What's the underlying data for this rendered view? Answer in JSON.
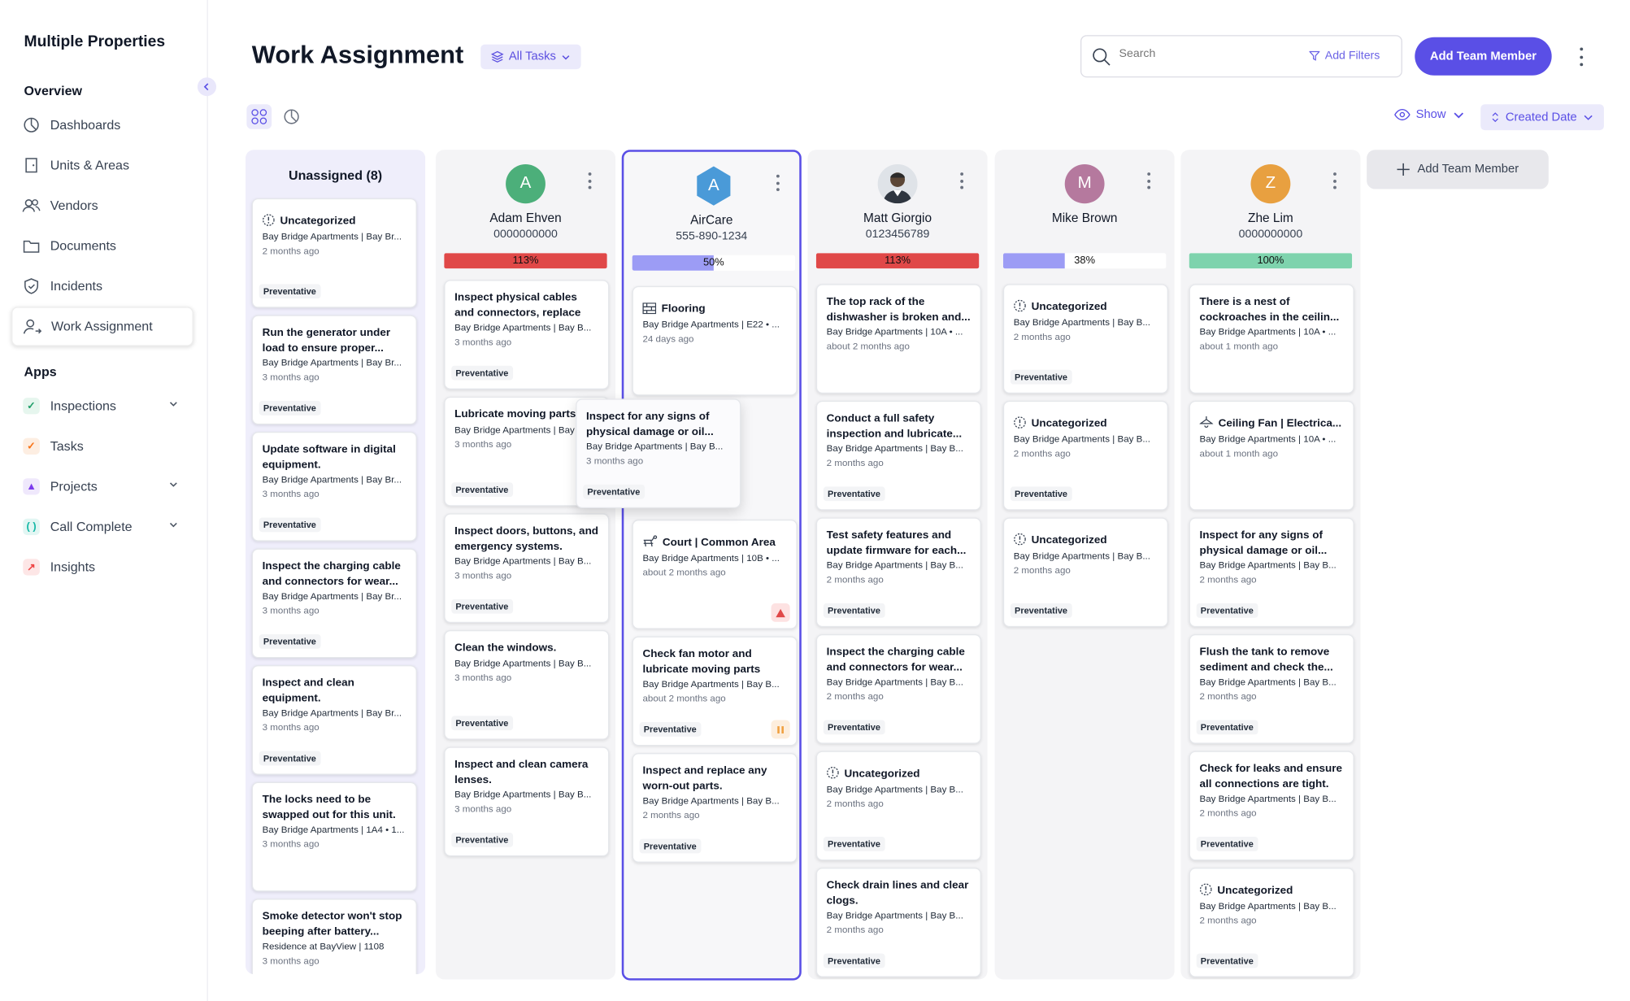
{
  "sidebar": {
    "brand": "Multiple Properties",
    "overview_label": "Overview",
    "apps_label": "Apps",
    "overview": [
      {
        "label": "Dashboards",
        "icon": "pie-chart-icon"
      },
      {
        "label": "Units & Areas",
        "icon": "door-icon"
      },
      {
        "label": "Vendors",
        "icon": "people-icon"
      },
      {
        "label": "Documents",
        "icon": "folder-icon"
      },
      {
        "label": "Incidents",
        "icon": "shield-icon"
      },
      {
        "label": "Work Assignment",
        "icon": "user-assign-icon",
        "active": true
      }
    ],
    "apps": [
      {
        "label": "Inspections",
        "icon": "inspections-app-icon",
        "color": "#22a06b",
        "expandable": true
      },
      {
        "label": "Tasks",
        "icon": "tasks-app-icon",
        "color": "#f97316"
      },
      {
        "label": "Projects",
        "icon": "projects-app-icon",
        "color": "#7c3aed",
        "expandable": true
      },
      {
        "label": "Call Complete",
        "icon": "call-complete-app-icon",
        "color": "#14b8a6",
        "expandable": true
      },
      {
        "label": "Insights",
        "icon": "insights-app-icon",
        "color": "#ef4444"
      }
    ]
  },
  "header": {
    "title": "Work Assignment",
    "filter_label": "All Tasks",
    "search_placeholder": "Search",
    "add_filters": "Add Filters",
    "add_member": "Add Team Member",
    "show_label": "Show",
    "sort_label": "Created Date"
  },
  "colors": {
    "accent": "#5a4fe6",
    "danger": "#e04848",
    "progress_mid": "#9c9cf5",
    "progress_full": "#7ed3ad"
  },
  "unassigned": {
    "title": "Unassigned (8)",
    "cards": [
      {
        "title": "Uncategorized",
        "icon": "uncategorized-icon",
        "location": "Bay Bridge Apartments | Bay Br...",
        "date": "2 months ago",
        "tag": "Preventative"
      },
      {
        "title": "Run the generator under load to ensure proper...",
        "location": "Bay Bridge Apartments | Bay Br...",
        "date": "3 months ago",
        "tag": "Preventative"
      },
      {
        "title": "Update software in digital equipment.",
        "location": "Bay Bridge Apartments | Bay Br...",
        "date": "3 months ago",
        "tag": "Preventative"
      },
      {
        "title": "Inspect the charging cable and connectors for wear...",
        "location": "Bay Bridge Apartments | Bay Br...",
        "date": "3 months ago",
        "tag": "Preventative"
      },
      {
        "title": "Inspect and clean equipment.",
        "location": "Bay Bridge Apartments | Bay Br...",
        "date": "3 months ago",
        "tag": "Preventative"
      },
      {
        "title": "The locks need to be swapped out for this unit.",
        "location": "Bay Bridge Apartments | 1A4 • 1...",
        "date": "3 months ago",
        "tag": ""
      },
      {
        "title": "Smoke detector won't stop beeping after battery...",
        "location": "Residence at BayView | 1108",
        "date": "3 months ago",
        "tag": ""
      }
    ]
  },
  "members": [
    {
      "name": "Adam Ehven",
      "phone": "0000000000",
      "initial": "A",
      "avatar_color": "#4caf7a",
      "avatar_shape": "circle",
      "progress_label": "113%",
      "progress": 1.0,
      "progress_color": "#e04848",
      "cards": [
        {
          "title": "Inspect physical cables and connectors, replace any...",
          "location": "Bay Bridge Apartments | Bay B...",
          "date": "3 months ago",
          "tag": "Preventative"
        },
        {
          "title": "Lubricate moving parts.",
          "location": "Bay Bridge Apartments | Bay B...",
          "date": "3 months ago",
          "tag": "Preventative"
        },
        {
          "title": "Inspect doors, buttons, and emergency systems.",
          "location": "Bay Bridge Apartments | Bay B...",
          "date": "3 months ago",
          "tag": "Preventative"
        },
        {
          "title": "Clean the windows.",
          "location": "Bay Bridge Apartments | Bay B...",
          "date": "3 months ago",
          "tag": "Preventative"
        },
        {
          "title": "Inspect and clean camera lenses.",
          "location": "Bay Bridge Apartments | Bay B...",
          "date": "3 months ago",
          "tag": "Preventative"
        }
      ]
    },
    {
      "name": "AirCare",
      "phone": "555-890-1234",
      "initial": "A",
      "avatar_color": "#4a9ad8",
      "avatar_shape": "hex",
      "progress_label": "50%",
      "progress": 0.5,
      "progress_color": "#9c9cf5",
      "cards": [
        {
          "title": "Flooring",
          "icon": "flooring-icon",
          "location": "Bay Bridge Apartments | E22 • ...",
          "date": "24 days ago",
          "tag": ""
        },
        {
          "title": "Court | Common Area",
          "icon": "court-icon",
          "location": "Bay Bridge Apartments | 10B • ...",
          "date": "about 2 months ago",
          "tag": "",
          "flag": "alert-flag-icon"
        },
        {
          "title": "Check fan motor and lubricate moving parts",
          "location": "Bay Bridge Apartments | Bay B...",
          "date": "about 2 months ago",
          "tag": "Preventative",
          "flag": "pause-flag-icon"
        },
        {
          "title": "Inspect and replace any worn-out parts.",
          "location": "Bay Bridge Apartments | Bay B...",
          "date": "2 months ago",
          "tag": "Preventative"
        }
      ]
    },
    {
      "name": "Matt Giorgio",
      "phone": "0123456789",
      "initial": "",
      "avatar_color": "#d9d9dd",
      "avatar_shape": "photo",
      "progress_label": "113%",
      "progress": 1.0,
      "progress_color": "#e04848",
      "cards": [
        {
          "title": "The top rack of the dishwasher is broken and...",
          "location": "Bay Bridge Apartments | 10A • ...",
          "date": "about 2 months ago",
          "tag": ""
        },
        {
          "title": "Conduct a full safety inspection and lubricate...",
          "location": "Bay Bridge Apartments | Bay B...",
          "date": "2 months ago",
          "tag": "Preventative"
        },
        {
          "title": "Test safety features and update firmware for each...",
          "location": "Bay Bridge Apartments | Bay B...",
          "date": "2 months ago",
          "tag": "Preventative"
        },
        {
          "title": "Inspect the charging cable and connectors for wear...",
          "location": "Bay Bridge Apartments | Bay B...",
          "date": "2 months ago",
          "tag": "Preventative"
        },
        {
          "title": "Uncategorized",
          "icon": "uncategorized-icon",
          "location": "Bay Bridge Apartments | Bay B...",
          "date": "2 months ago",
          "tag": "Preventative"
        },
        {
          "title": "Check drain lines and clear clogs.",
          "location": "Bay Bridge Apartments | Bay B...",
          "date": "2 months ago",
          "tag": "Preventative"
        }
      ]
    },
    {
      "name": "Mike Brown",
      "phone": "",
      "initial": "M",
      "avatar_color": "#b5799e",
      "avatar_shape": "circle",
      "progress_label": "38%",
      "progress": 0.38,
      "progress_color": "#9c9cf5",
      "cards": [
        {
          "title": "Uncategorized",
          "icon": "uncategorized-icon",
          "location": "Bay Bridge Apartments | Bay B...",
          "date": "2 months ago",
          "tag": "Preventative"
        },
        {
          "title": "Uncategorized",
          "icon": "uncategorized-icon",
          "location": "Bay Bridge Apartments | Bay B...",
          "date": "2 months ago",
          "tag": "Preventative"
        },
        {
          "title": "Uncategorized",
          "icon": "uncategorized-icon",
          "location": "Bay Bridge Apartments | Bay B...",
          "date": "2 months ago",
          "tag": "Preventative"
        }
      ]
    },
    {
      "name": "Zhe Lim",
      "phone": "0000000000",
      "initial": "Z",
      "avatar_color": "#e8a040",
      "avatar_shape": "circle",
      "progress_label": "100%",
      "progress": 1.0,
      "progress_color": "#7ed3ad",
      "cards": [
        {
          "title": "There is a nest of cockroaches in the ceilin...",
          "location": "Bay Bridge Apartments | 10A • ...",
          "date": "about 1 month ago",
          "tag": ""
        },
        {
          "title": "Ceiling Fan | Electrica...",
          "icon": "ceiling-fan-icon",
          "location": "Bay Bridge Apartments | 10A • ...",
          "date": "about 1 month ago",
          "tag": ""
        },
        {
          "title": "Inspect for any signs of physical damage or oil...",
          "location": "Bay Bridge Apartments | Bay B...",
          "date": "2 months ago",
          "tag": "Preventative"
        },
        {
          "title": "Flush the tank to remove sediment and check the...",
          "location": "Bay Bridge Apartments | Bay B...",
          "date": "2 months ago",
          "tag": "Preventative"
        },
        {
          "title": "Check for leaks and ensure all connections are tight.",
          "location": "Bay Bridge Apartments | Bay B...",
          "date": "2 months ago",
          "tag": "Preventative"
        },
        {
          "title": "Uncategorized",
          "icon": "uncategorized-icon",
          "location": "Bay Bridge Apartments | Bay B...",
          "date": "2 months ago",
          "tag": "Preventative"
        }
      ]
    }
  ],
  "dragging_card": {
    "title": "Inspect for any signs of physical damage or oil...",
    "location": "Bay Bridge Apartments | Bay B...",
    "date": "3 months ago",
    "tag": "Preventative"
  },
  "add_column_label": "Add Team Member"
}
